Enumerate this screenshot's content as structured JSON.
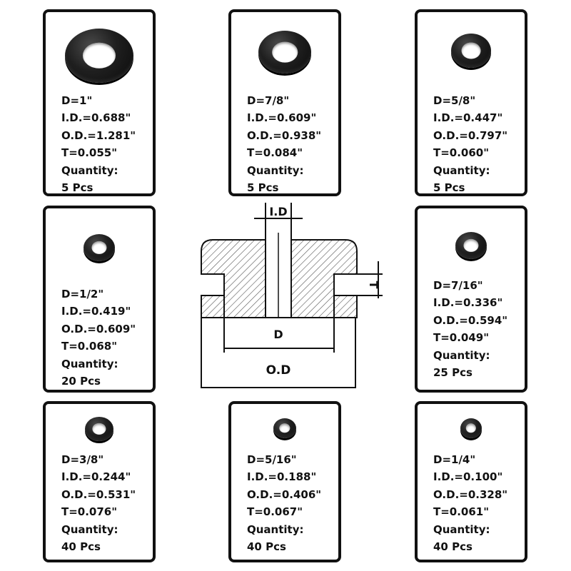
{
  "cards": [
    {
      "d": "D=1\"",
      "id": "I.D.=0.688\"",
      "od": "O.D.=1.281\"",
      "t": "T=0.055\"",
      "qty_label": "Quantity:",
      "qty": "5 Pcs",
      "icon": "rubber-grommet-icon"
    },
    {
      "d": "D=7/8\"",
      "id": "I.D.=0.609\"",
      "od": "O.D.=0.938\"",
      "t": "T=0.084\"",
      "qty_label": "Quantity:",
      "qty": "5 Pcs",
      "icon": "rubber-grommet-icon"
    },
    {
      "d": "D=5/8\"",
      "id": "I.D.=0.447\"",
      "od": "O.D.=0.797\"",
      "t": "T=0.060\"",
      "qty_label": "Quantity:",
      "qty": "5 Pcs",
      "icon": "rubber-grommet-icon"
    },
    {
      "d": "D=1/2\"",
      "id": "I.D.=0.419\"",
      "od": "O.D.=0.609\"",
      "t": "T=0.068\"",
      "qty_label": "Quantity:",
      "qty": "20 Pcs",
      "icon": "rubber-grommet-icon"
    },
    {
      "d": "D=7/16\"",
      "id": "I.D.=0.336\"",
      "od": "O.D.=0.594\"",
      "t": "T=0.049\"",
      "qty_label": "Quantity:",
      "qty": "25 Pcs",
      "icon": "rubber-grommet-icon"
    },
    {
      "d": "D=3/8\"",
      "id": "I.D.=0.244\"",
      "od": "O.D.=0.531\"",
      "t": "T=0.076\"",
      "qty_label": "Quantity:",
      "qty": "40 Pcs",
      "icon": "rubber-grommet-icon"
    },
    {
      "d": "D=5/16\"",
      "id": "I.D.=0.188\"",
      "od": "O.D.=0.406\"",
      "t": "T=0.067\"",
      "qty_label": "Quantity:",
      "qty": "40 Pcs",
      "icon": "rubber-grommet-icon"
    },
    {
      "d": "D=1/4\"",
      "id": "I.D.=0.100\"",
      "od": "O.D.=0.328\"",
      "t": "T=0.061\"",
      "qty_label": "Quantity:",
      "qty": "40 Pcs",
      "icon": "rubber-grommet-icon"
    }
  ],
  "diagram": {
    "id_label": "I.D",
    "t_label": "T",
    "d_label": "D",
    "od_label": "O.D"
  },
  "colors": {
    "border": "#111111",
    "grommet": "#1a1a1a",
    "background": "#ffffff"
  }
}
